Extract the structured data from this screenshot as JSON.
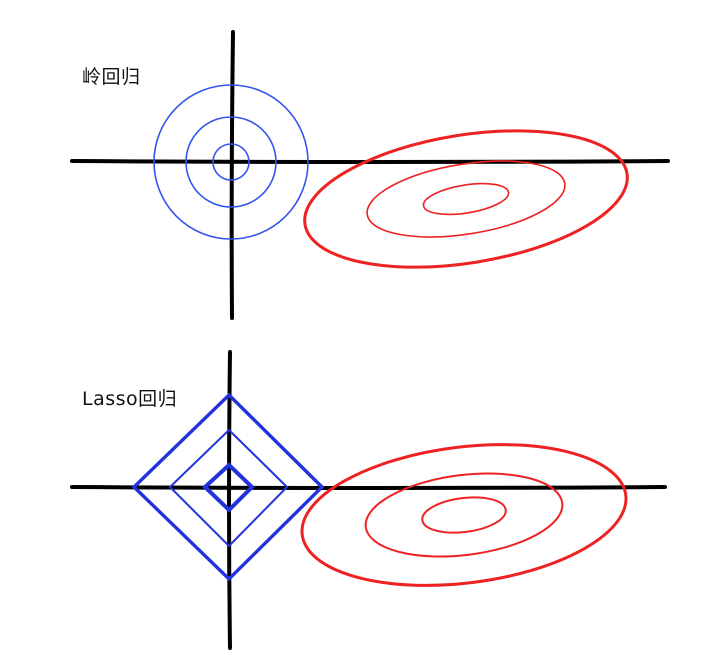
{
  "colors": {
    "axis": "#000000",
    "constraint": "#2233dd",
    "loss": "#ee2222",
    "background": "#ffffff"
  },
  "panels": [
    {
      "label": "岭回归",
      "constraint_shape": "circle",
      "constraint_rings": 3,
      "loss_ellipses": 3
    },
    {
      "label": "Lasso回归",
      "constraint_shape": "diamond",
      "constraint_rings": 3,
      "loss_ellipses": 3
    }
  ]
}
